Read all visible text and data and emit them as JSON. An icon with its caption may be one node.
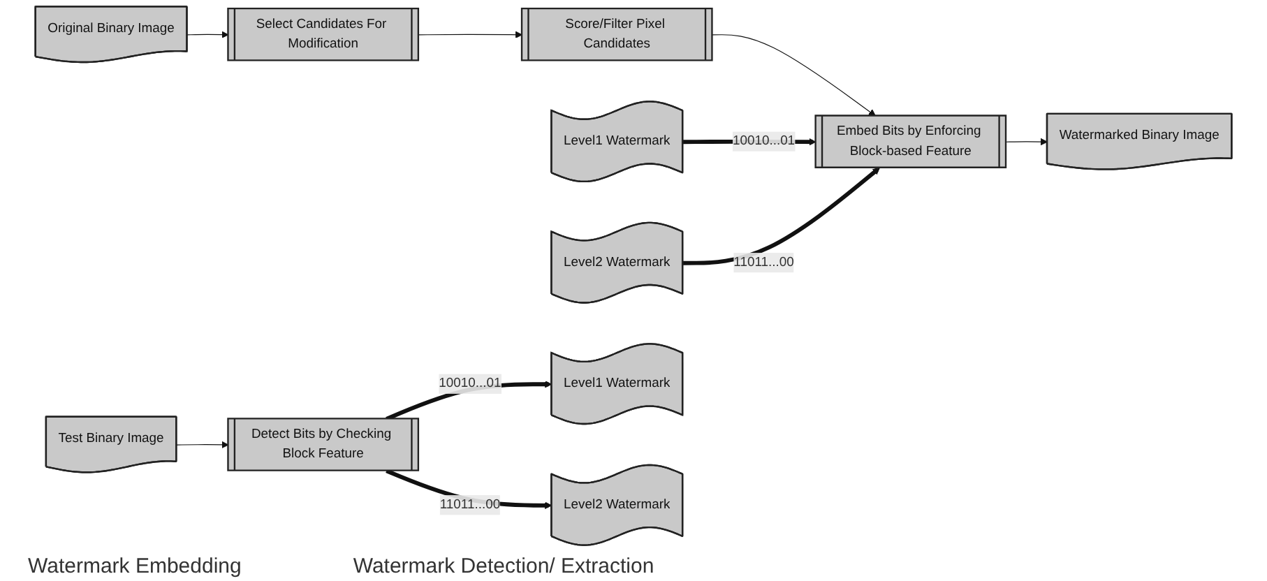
{
  "diagram": {
    "nodes": [
      {
        "text": [
          "Original Binary Image"
        ]
      },
      {
        "text": [
          "Select Candidates For Modification"
        ]
      },
      {
        "text": [
          "Score/Filter Pixel Candidates"
        ]
      },
      {
        "text": [
          "Embed Bits by Enforcing Block-based Feature"
        ]
      },
      {
        "text": [
          "Watermarked Binary Image"
        ]
      },
      {
        "text": [
          "Level1 Watermark"
        ]
      },
      {
        "text": [
          "Level2 Watermark"
        ]
      },
      {
        "text": [
          "Test Binary Image"
        ]
      },
      {
        "text": [
          "Detect Bits by Checking Block Feature"
        ]
      },
      {
        "text": [
          "Level1 Watermark"
        ]
      },
      {
        "text": [
          "Level2 Watermark"
        ]
      }
    ],
    "edges": [
      {
        "from": 0,
        "to": 1,
        "arrow": "to"
      },
      {
        "from": 1,
        "to": 2,
        "arrow": "to"
      },
      {
        "from": 2,
        "to": 3,
        "arrow": "to"
      },
      {
        "from": 3,
        "to": 4,
        "arrow": "to"
      },
      {
        "from": 5,
        "to": 3,
        "arrow": "to",
        "label": "10010...01",
        "style": "thick"
      },
      {
        "from": 6,
        "to": 3,
        "arrow": "to",
        "label": "11011...00",
        "style": "thick"
      },
      {
        "from": 7,
        "to": 8,
        "arrow": "to"
      },
      {
        "from": 8,
        "to": 9,
        "arrow": "to",
        "label": "10010...01",
        "style": "thick"
      },
      {
        "from": 8,
        "to": 10,
        "arrow": "to",
        "label": "11011...00",
        "style": "thick"
      }
    ],
    "labels": [
      "Watermark Embedding",
      "Watermark Detection/ Extraction"
    ]
  }
}
